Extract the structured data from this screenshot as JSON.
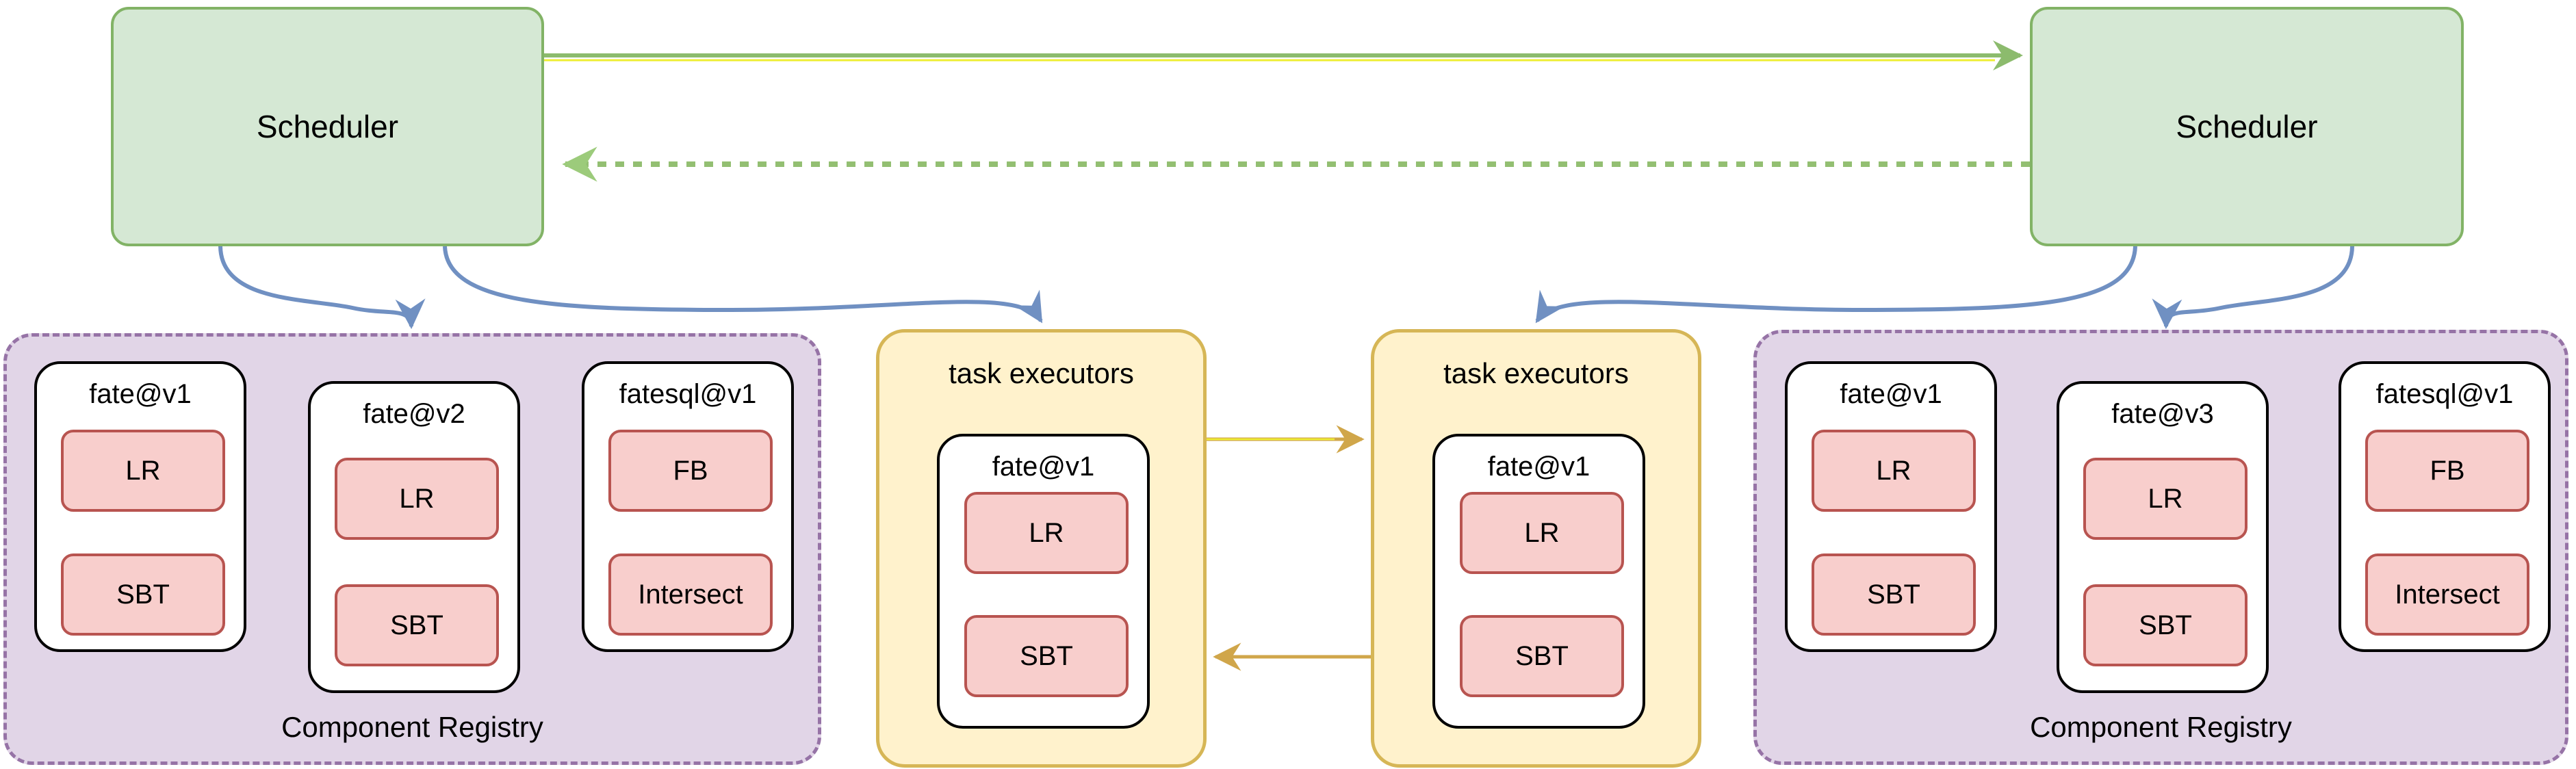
{
  "diagram": {
    "title_hint": "FATE two-party scheduling architecture",
    "schedulers": {
      "left": {
        "label": "Scheduler"
      },
      "right": {
        "label": "Scheduler"
      }
    },
    "executors": {
      "left": {
        "label": "task executors",
        "package": {
          "name": "fate@v1",
          "components": [
            "LR",
            "SBT"
          ]
        }
      },
      "right": {
        "label": "task executors",
        "package": {
          "name": "fate@v1",
          "components": [
            "LR",
            "SBT"
          ]
        }
      }
    },
    "registries": {
      "left": {
        "label": "Component Registry",
        "packages": [
          {
            "name": "fate@v1",
            "components": [
              "LR",
              "SBT"
            ]
          },
          {
            "name": "fate@v2",
            "components": [
              "LR",
              "SBT"
            ]
          },
          {
            "name": "fatesql@v1",
            "components": [
              "FB",
              "Intersect"
            ]
          }
        ]
      },
      "right": {
        "label": "Component Registry",
        "packages": [
          {
            "name": "fate@v1",
            "components": [
              "LR",
              "SBT"
            ]
          },
          {
            "name": "fate@v3",
            "components": [
              "LR",
              "SBT"
            ]
          },
          {
            "name": "fatesql@v1",
            "components": [
              "FB",
              "Intersect"
            ]
          }
        ]
      }
    },
    "colors": {
      "scheduler_fill": "#d5e8d4",
      "scheduler_stroke": "#82b366",
      "registry_fill": "#e1d5e7",
      "registry_stroke": "#9673a6",
      "executor_fill": "#fff2cc",
      "executor_stroke": "#d6b656",
      "component_fill": "#f8cecc",
      "component_stroke": "#b85450",
      "package_stroke": "#000000",
      "arrow_green": "#8cbb6d",
      "arrow_green_dashed": "#93bf72",
      "arrow_yellow_core": "#eeee33",
      "arrow_blue": "#7090c2",
      "arrow_gold": "#d0a64a"
    }
  }
}
